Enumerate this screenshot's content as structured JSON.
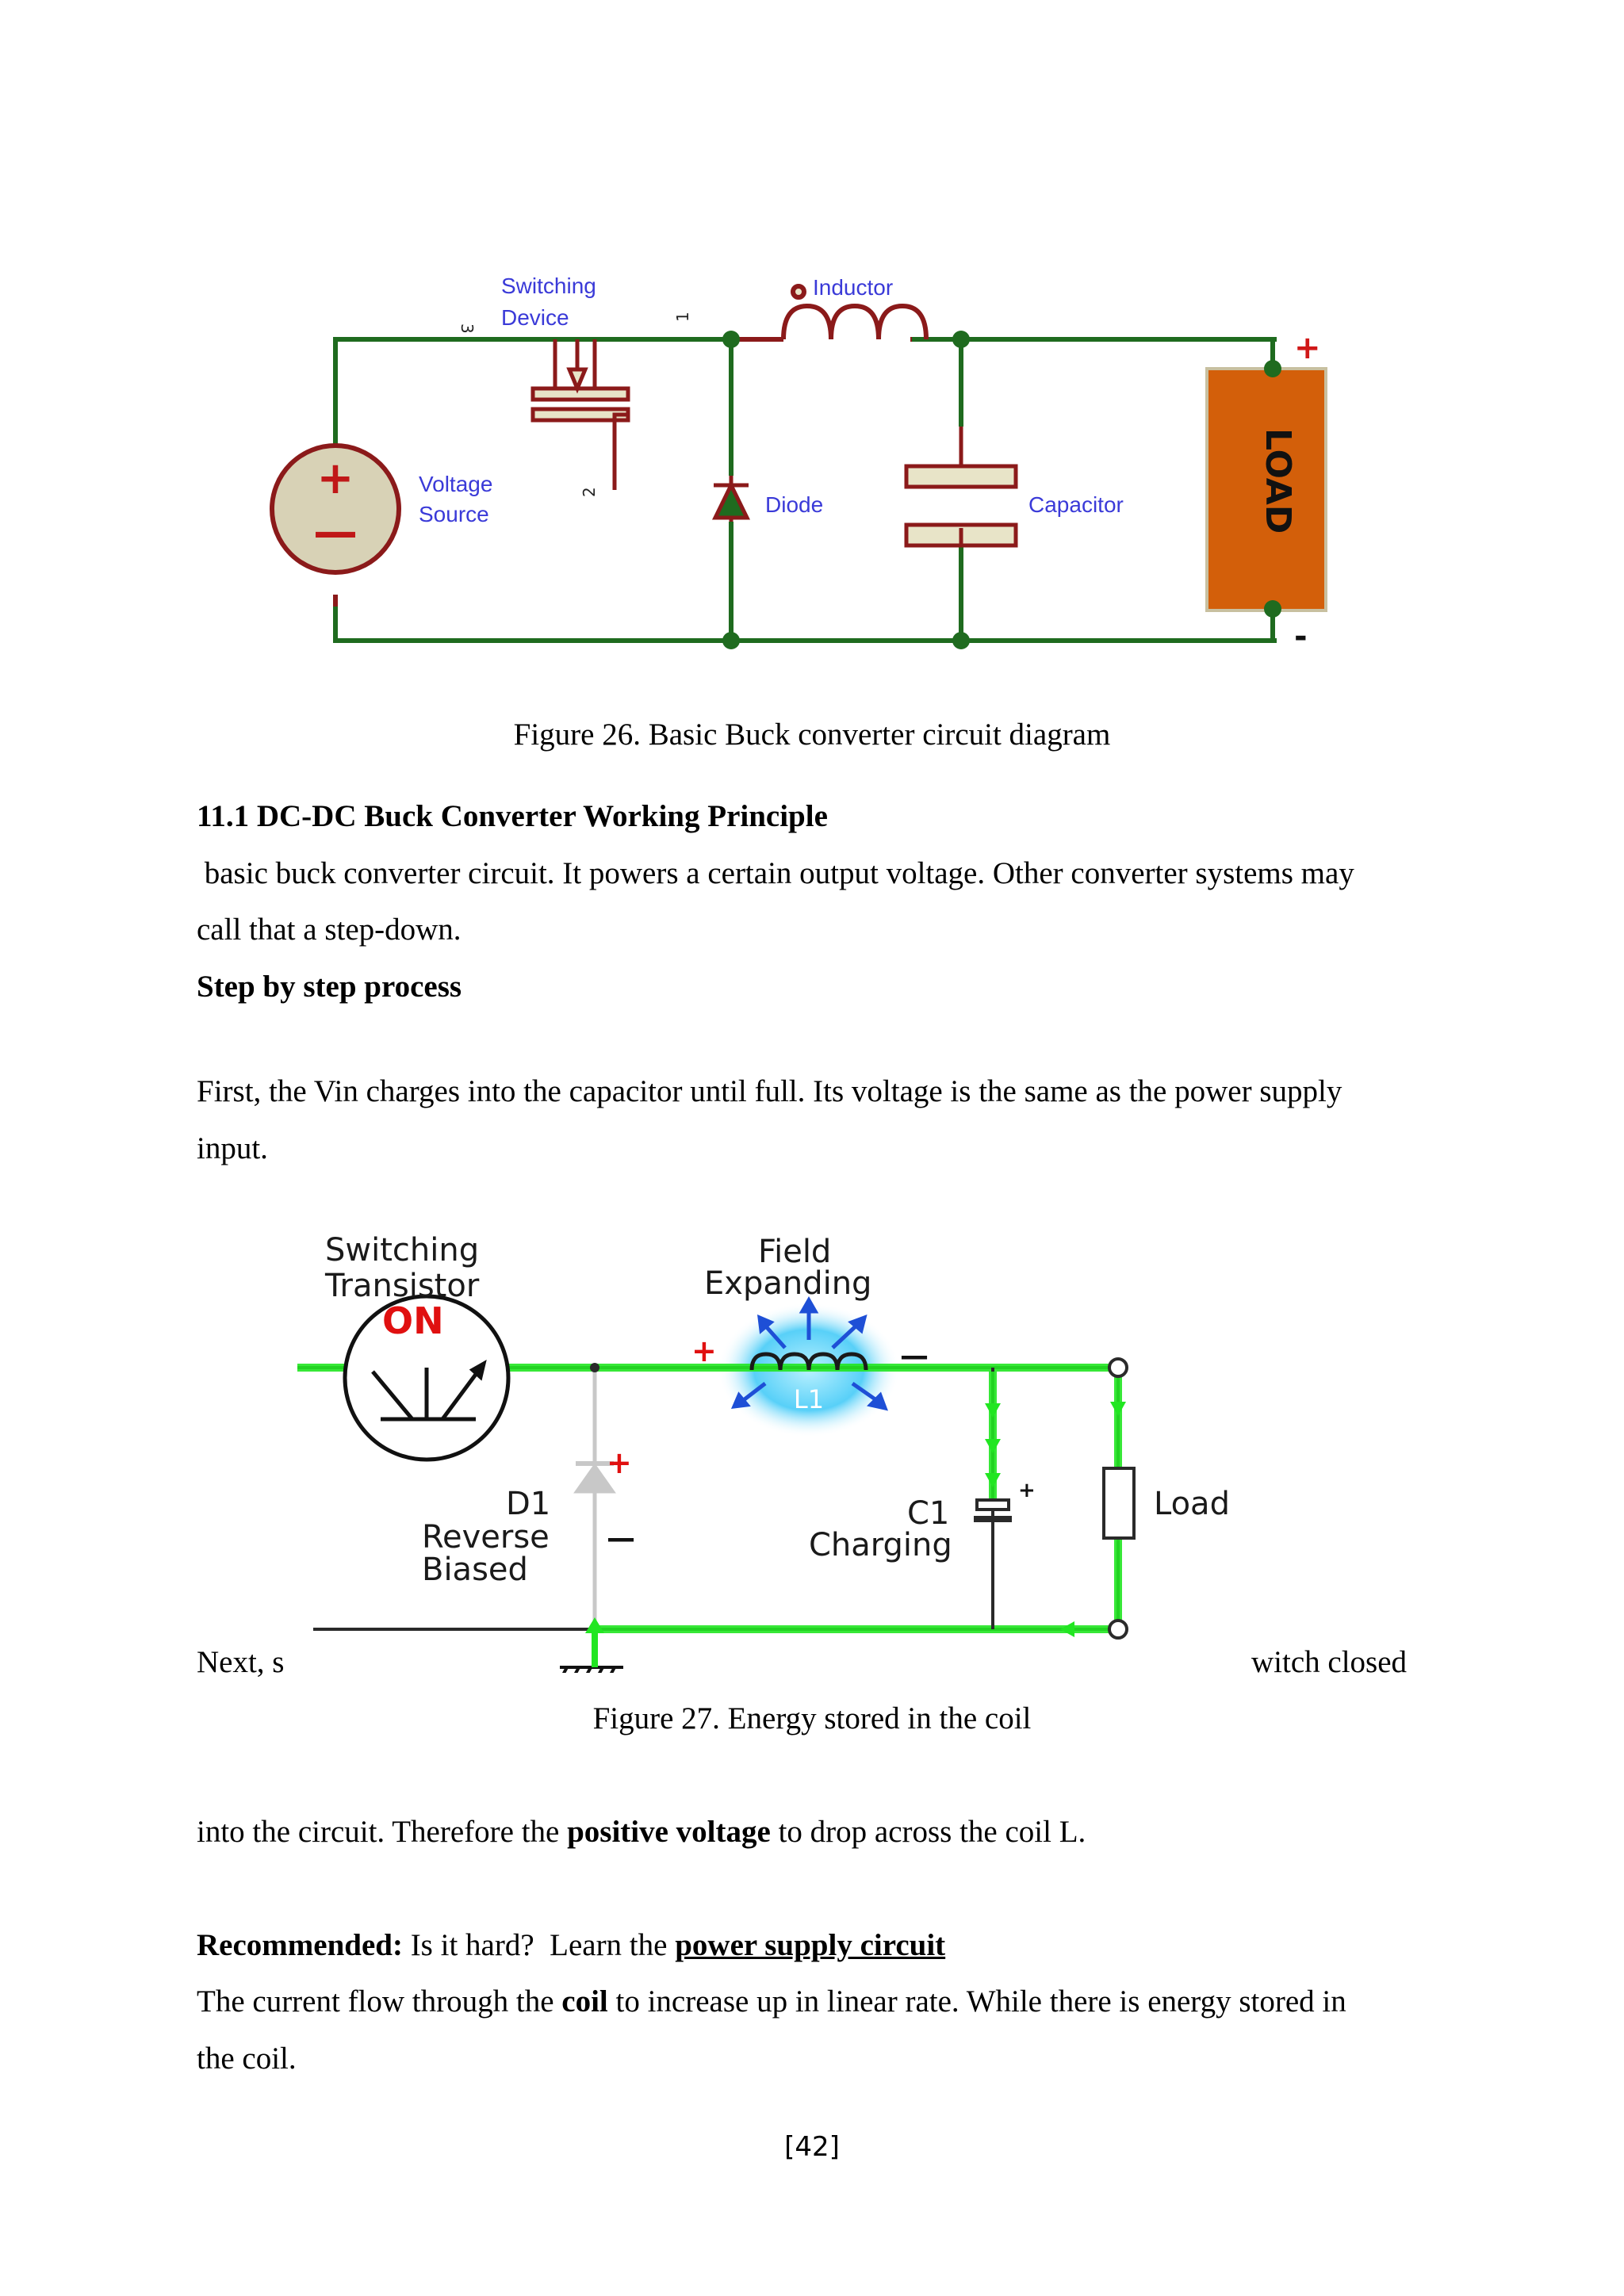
{
  "figure1": {
    "labels": {
      "switching": "Switching",
      "device": "Device",
      "inductor": "Inductor",
      "voltage": "Voltage",
      "source": "Source",
      "diode": "Diode",
      "capacitor": "Capacitor",
      "load": "LOAD",
      "pin3": "3",
      "pin1": "1",
      "pin2": "2",
      "plus": "+",
      "minus": "-",
      "src_plus": "+",
      "src_minus": "—"
    },
    "caption": "Figure 26. Basic Buck converter circuit diagram"
  },
  "section": {
    "heading": "11.1 DC-DC Buck Converter Working Principle",
    "intro_line1": " basic buck converter circuit. It powers a certain output voltage. Other converter systems may",
    "intro_line2": "call that a step-down.",
    "subheading": "Step by step process",
    "first_line1": "First, the Vin charges into the capacitor until full. Its voltage is the same as the power supply",
    "first_line2": "input."
  },
  "figure2": {
    "labels": {
      "switching": "Switching",
      "transistor": "Transistor",
      "on": "ON",
      "field": "Field",
      "expanding": "Expanding",
      "l1": "L1",
      "l1_plus": "+",
      "l1_minus": "—",
      "d1": "D1",
      "reverse": "Reverse",
      "biased": "Biased",
      "d1_plus": "+",
      "d1_minus": "—",
      "c1": "C1",
      "charging": "Charging",
      "c1_plus": "+",
      "load": "Load"
    },
    "caption": "Figure 27. Energy stored in the coil"
  },
  "next_line": {
    "left": "Next, s",
    "right": "witch closed"
  },
  "into_line": {
    "before": "into the circuit. Therefore the ",
    "bold": "positive voltage",
    "after": " to drop across the coil L."
  },
  "recommended": {
    "label": "Recommended:",
    "text": " Is it hard?  Learn the ",
    "link": "power supply circuit"
  },
  "current_line1": {
    "before": "The current flow through the ",
    "bold": "coil",
    "after": " to increase up in linear rate. While there is energy stored in"
  },
  "current_line2": "the coil.",
  "page_number": "[42]"
}
